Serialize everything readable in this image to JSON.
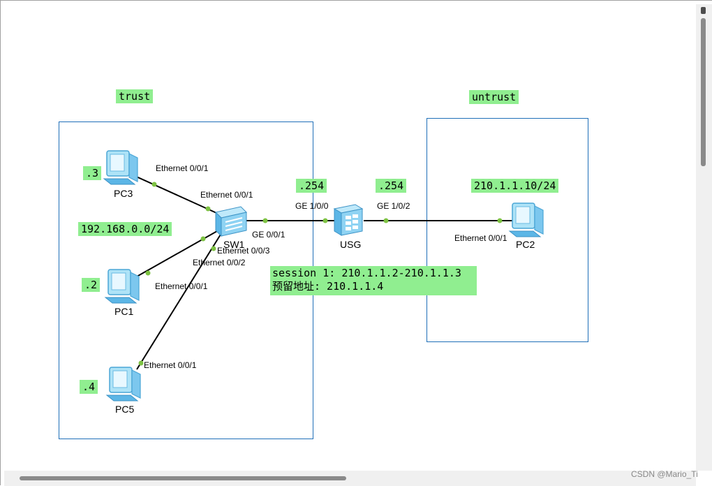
{
  "zones": {
    "trust": "trust",
    "untrust": "untrust"
  },
  "devices": {
    "pc3": "PC3",
    "pc1": "PC1",
    "pc5": "PC5",
    "sw1": "SW1",
    "usg": "USG",
    "pc2": "PC2"
  },
  "ports": {
    "pc3_eth": "Ethernet 0/0/1",
    "sw1_eth1": "Ethernet 0/0/1",
    "pc1_eth": "Ethernet 0/0/1",
    "pc5_eth": "Ethernet 0/0/1",
    "sw1_eth3": "Ethernet 0/0/3",
    "sw1_eth2": "Ethernet 0/0/2",
    "sw1_ge": "GE 0/0/1",
    "usg_ge0": "GE 1/0/0",
    "usg_ge2": "GE 1/0/2",
    "pc2_eth": "Ethernet 0/0/1"
  },
  "addresses": {
    "pc3": ".3",
    "pc1": ".2",
    "pc5": ".4",
    "trust_net": "192.168.0.0/24",
    "usg_ge0": ".254",
    "usg_ge2": ".254",
    "pc2": "210.1.1.10/24"
  },
  "session": {
    "line1": "session 1: 210.1.1.2-210.1.1.3",
    "line2": "预留地址: 210.1.1.4"
  },
  "watermark": "CSDN @Mario_Ti",
  "colors": {
    "tag_bg": "#90ee90",
    "zone_border": "#1f6fb8",
    "link": "#000000",
    "port_dot": "#7dc242"
  },
  "icons": {
    "pc": "pc-icon",
    "switch": "switch-icon",
    "firewall": "firewall-icon"
  }
}
